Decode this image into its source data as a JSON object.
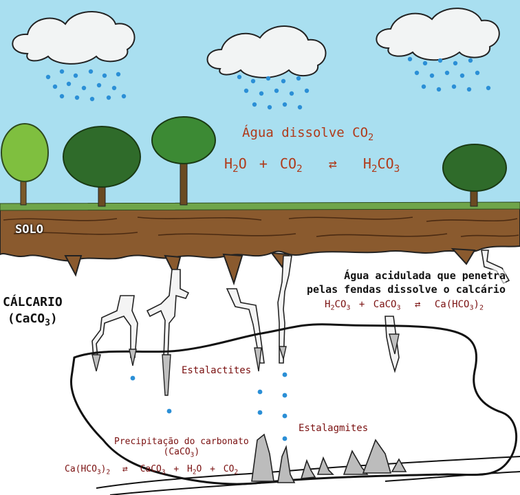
{
  "atmosphere": {
    "title_main": "Água dissolve CO",
    "title_sub": "2",
    "equation": {
      "h2o_main": "H",
      "h2o_sub": "2",
      "h2o_end": "O",
      "plus": "+",
      "co2_main": "CO",
      "co2_sub": "2",
      "arrow": "⇄",
      "h2co3_a": "H",
      "h2co3_sub1": "2",
      "h2co3_b": "CO",
      "h2co3_sub2": "3"
    }
  },
  "soil": {
    "label": "SOLO"
  },
  "rock": {
    "label_line1": "CÁLCARIO",
    "label_line2_main": "(CaCO",
    "label_line2_sub": "3",
    "label_line2_end": ")"
  },
  "infiltration": {
    "line1": "Água acidulada que penetra",
    "line2": "pelas fendas dissolve o calcário",
    "equation": {
      "a_main": "H",
      "a_sub1": "2",
      "a_mid": "CO",
      "a_sub2": "3",
      "plus": "+",
      "b_main": "CaCO",
      "b_sub": "3",
      "arrow": "⇄",
      "c_main": "Ca(HCO",
      "c_sub1": "3",
      "c_end": ")",
      "c_sub2": "2"
    }
  },
  "cave": {
    "stalactites_label": "Estalactites",
    "stalagmites_label": "Estalagmites",
    "precip_line1": "Precipitação do carbonato",
    "precip_line2_main": "(CaCO",
    "precip_line2_sub": "3",
    "precip_line2_end": ")",
    "equation": {
      "a_main": "Ca(HCO",
      "a_sub1": "3",
      "a_end": ")",
      "a_sub2": "2",
      "arrow": "⇄",
      "b": "CaCO",
      "b_sub": "3",
      "plus1": "+",
      "c_main": "H",
      "c_sub": "2",
      "c_end": "O",
      "plus2": "+",
      "d_main": "CO",
      "d_sub": "2"
    }
  },
  "colors": {
    "sky": "#a9dff0",
    "cloud": "#f2f4f4",
    "rain": "#2b8fd6",
    "grass": "#6fa54a",
    "soil": "#8a5a2e",
    "soil_dark": "#4a2a12",
    "rock": "#ffffff",
    "title_red": "#b03a1a",
    "label_dark_red": "#7a1010"
  }
}
